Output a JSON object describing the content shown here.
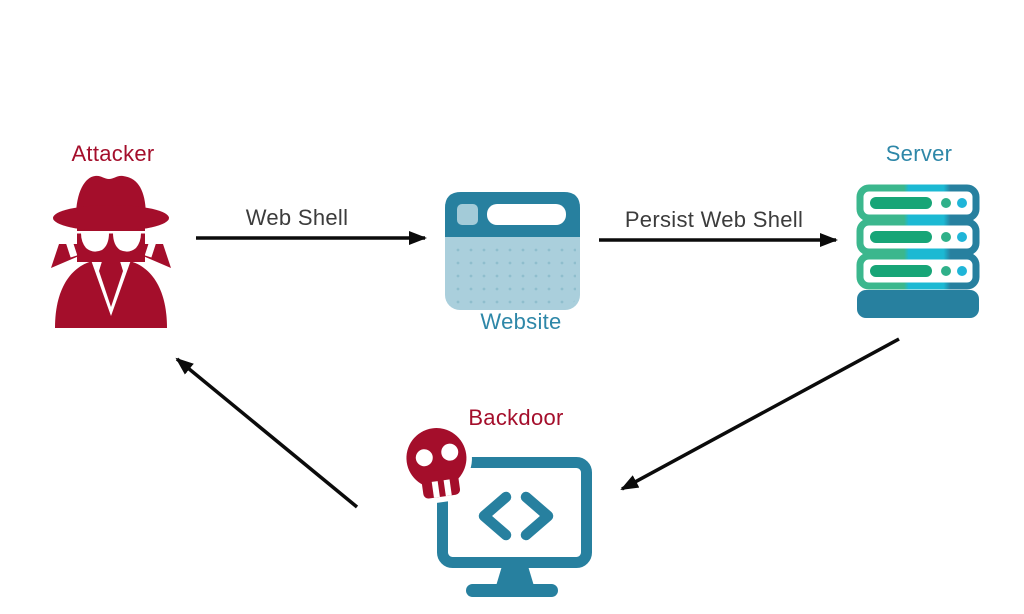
{
  "colors": {
    "red": "#A40E2B",
    "teal": "#27809F",
    "teal_label": "#2E87A8",
    "light_blue": "#AACFDC",
    "square_blue": "#A3CBD8",
    "dot_blue": "#8FBECD",
    "green_pill": "#17A577",
    "green_outline": "#3BB78D",
    "cyan": "#1CB9D3",
    "dot_green": "#2FB089",
    "dot_cyan": "#1FB5D8",
    "text": "#3C3C3C",
    "arrow": "#0B0B0B"
  },
  "nodes": [
    {
      "id": "attacker",
      "label": "Attacker",
      "icon": "spy-icon"
    },
    {
      "id": "website",
      "label": "Website",
      "icon": "browser-window-icon"
    },
    {
      "id": "server",
      "label": "Server",
      "icon": "server-rack-icon"
    },
    {
      "id": "backdoor",
      "label": "Backdoor",
      "icon": "monitor-code-skull-icon"
    }
  ],
  "edges": [
    {
      "from": "attacker",
      "to": "website",
      "label": "Web Shell"
    },
    {
      "from": "website",
      "to": "server",
      "label": "Persist Web Shell"
    },
    {
      "from": "server",
      "to": "backdoor",
      "label": ""
    },
    {
      "from": "backdoor",
      "to": "attacker",
      "label": ""
    }
  ]
}
